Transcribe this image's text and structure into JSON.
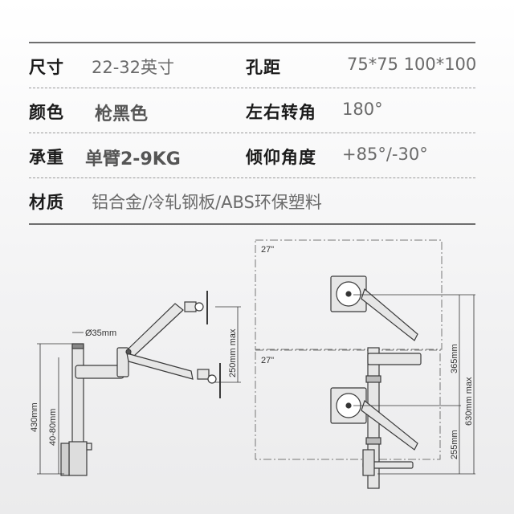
{
  "specs": [
    {
      "label": "尺寸",
      "value": "22-32英寸",
      "label2": "孔距",
      "value2": "75*75  100*100"
    },
    {
      "label": "颜色",
      "value": "枪黑色",
      "label2": "左右转角",
      "value2": "180°"
    },
    {
      "label": "承重",
      "value": "单臂2-9KG",
      "label2": "倾仰角度",
      "value2": "+85°/-30°"
    },
    {
      "label": "材质",
      "value": "铝合金/冷轧钢板/ABS环保塑料"
    }
  ],
  "diagram_left": {
    "pole_diameter": "Ø35mm",
    "height_total": "430mm",
    "clamp_range": "40-80mm",
    "vertical_travel": "250mm max"
  },
  "diagram_right": {
    "screen_top": "27\"",
    "screen_bottom": "27\"",
    "upper_dim": "365mm",
    "lower_dim": "255mm",
    "total_dim": "630mm max"
  }
}
